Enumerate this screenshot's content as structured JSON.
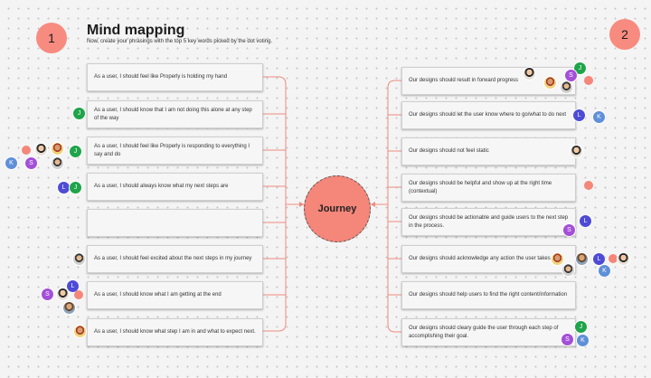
{
  "header": {
    "step_left": "1",
    "step_right": "2",
    "title": "Mind mapping",
    "subtitle": "Now, create your phrasings with the top 5 key words picked by the dot voting."
  },
  "center": {
    "label": "Journey"
  },
  "left_notes": [
    "As a user, I should feel like Properly is holding my hand",
    "As a user, I should know that I am not doing this alone at any step of the way",
    "As a user, I should feel like Properly is responding to everything I say and do",
    "As a user, I should always know what my next steps are",
    "",
    "As a user, I should feel excited about the next steps in my journey",
    "As a user, I should know what I am getting at the end",
    "As a user, I should know what step I am in and what to expect next."
  ],
  "right_notes": [
    "Our designs should result in forward progress",
    "Our designs should let the user know where to go/what to do next",
    "Our designs should not feel static",
    "Our designs should be helpful and show up at the right time (contextual)",
    "Our designs should be actionable and guide users to the next step in the process.",
    "Our designs should acknowledge any action the user takes",
    "Our designs should help users to find the right content/information",
    "Our designs should cleary guide the user through each step of accomplishing their goal."
  ],
  "avatars": {
    "j": "J",
    "l": "L",
    "s": "S",
    "k": "K"
  },
  "colors": {
    "accent": "#f4867a",
    "connector": "#f08a7e",
    "green": "#1fa44a",
    "indigo": "#4e4bd6",
    "purple": "#a44fd8",
    "blue": "#5f8fd8"
  }
}
